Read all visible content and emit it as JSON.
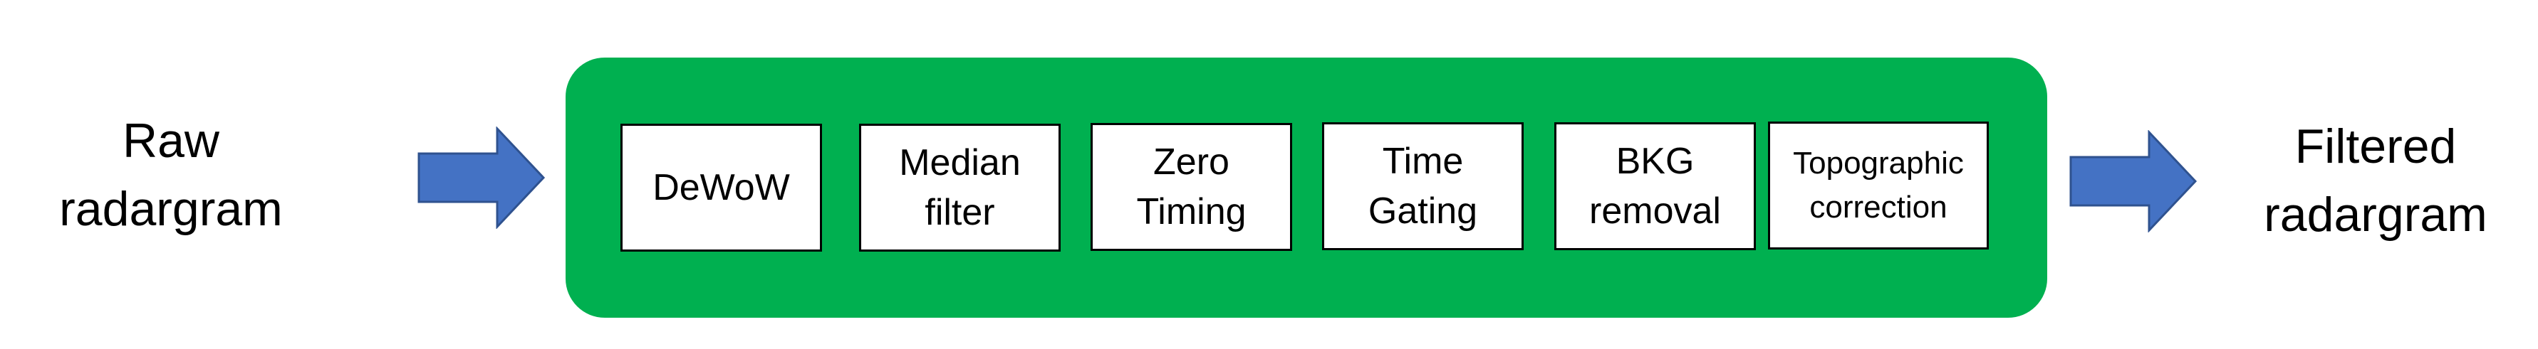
{
  "input": {
    "label": "Raw\nradargram"
  },
  "output": {
    "label": "Filtered\nradargram"
  },
  "colors": {
    "pipeline_bg": "#00B050",
    "arrow_fill": "#4472C4",
    "arrow_stroke": "#2F528F",
    "box_border": "#000000"
  },
  "steps": [
    {
      "label": "DeWoW"
    },
    {
      "label": "Median\nfilter"
    },
    {
      "label": "Zero\nTiming"
    },
    {
      "label": "Time\nGating"
    },
    {
      "label": "BKG\nremoval"
    },
    {
      "label": "Topographic\ncorrection"
    }
  ]
}
